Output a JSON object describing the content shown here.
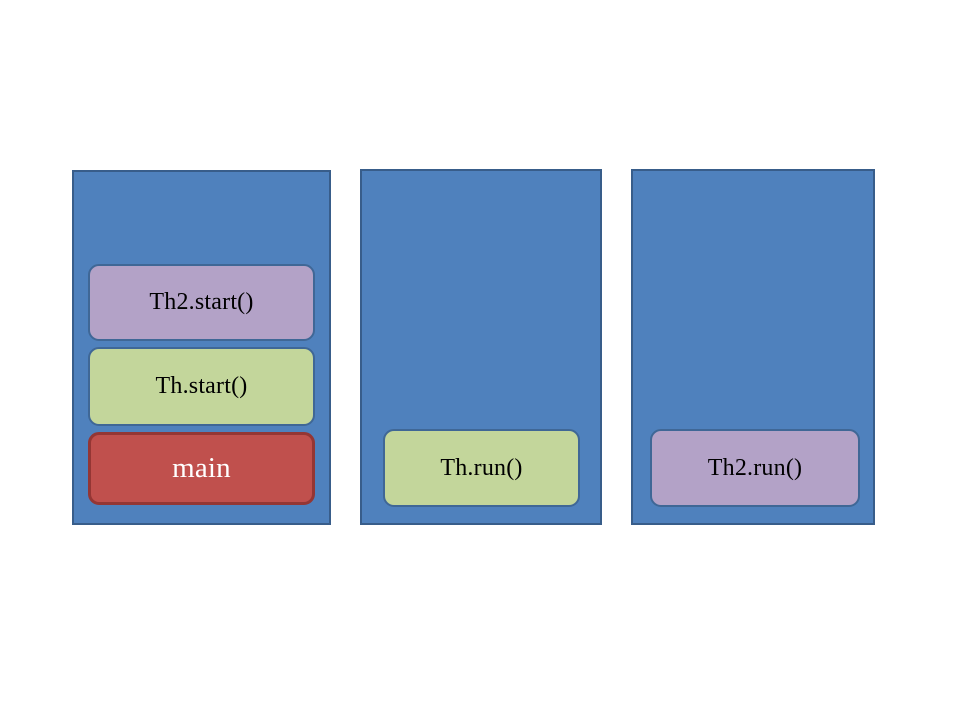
{
  "colors": {
    "page_background": "#ffffff",
    "panel_fill": "#4f81bd",
    "panel_border": "#385d8a",
    "frame_border_blue": "#3f6796",
    "purple_fill": "#b3a2c7",
    "green_fill": "#c3d69b",
    "red_fill": "#c0504d",
    "red_border": "#943634",
    "frame_text_dark": "#000000",
    "frame_text_light": "#ffffff"
  },
  "panels": [
    {
      "name": "stack-1",
      "frames": [
        {
          "label": "Th2.start()",
          "color": "purple"
        },
        {
          "label": "Th.start()",
          "color": "green"
        },
        {
          "label": "main",
          "color": "red"
        }
      ]
    },
    {
      "name": "stack-2",
      "frames": [
        {
          "label": "Th.run()",
          "color": "green"
        }
      ]
    },
    {
      "name": "stack-3",
      "frames": [
        {
          "label": "Th2.run()",
          "color": "purple"
        }
      ]
    }
  ]
}
